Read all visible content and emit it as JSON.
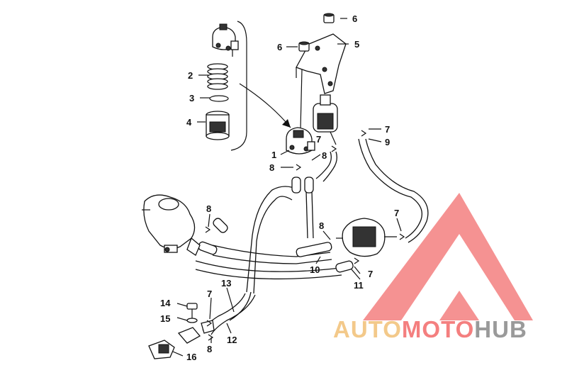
{
  "callouts": [
    {
      "id": "c6a",
      "text": "6"
    },
    {
      "id": "c6b",
      "text": "6"
    },
    {
      "id": "c5",
      "text": "5"
    },
    {
      "id": "c2",
      "text": "2"
    },
    {
      "id": "c3",
      "text": "3"
    },
    {
      "id": "c4",
      "text": "4"
    },
    {
      "id": "c1",
      "text": "1"
    },
    {
      "id": "c7a",
      "text": "7"
    },
    {
      "id": "c7b",
      "text": "7"
    },
    {
      "id": "c9",
      "text": "9"
    },
    {
      "id": "c8a",
      "text": "8"
    },
    {
      "id": "c8b",
      "text": "8"
    },
    {
      "id": "c8c",
      "text": "8"
    },
    {
      "id": "c8d",
      "text": "8"
    },
    {
      "id": "c7c",
      "text": "7"
    },
    {
      "id": "c10",
      "text": "10"
    },
    {
      "id": "c7d",
      "text": "7"
    },
    {
      "id": "c11",
      "text": "11"
    },
    {
      "id": "c14",
      "text": "14"
    },
    {
      "id": "c7e",
      "text": "7"
    },
    {
      "id": "c13",
      "text": "13"
    },
    {
      "id": "c15",
      "text": "15"
    },
    {
      "id": "c12",
      "text": "12"
    },
    {
      "id": "c8e",
      "text": "8"
    },
    {
      "id": "c16",
      "text": "16"
    }
  ],
  "watermark": {
    "part1": "AUTO",
    "part2": "MOTO",
    "part3": "HUB",
    "colors": {
      "part1": "#f3c98a",
      "part2": "#f47f7f",
      "part3": "#9a9a9a",
      "logo": "#f47f7f"
    }
  }
}
